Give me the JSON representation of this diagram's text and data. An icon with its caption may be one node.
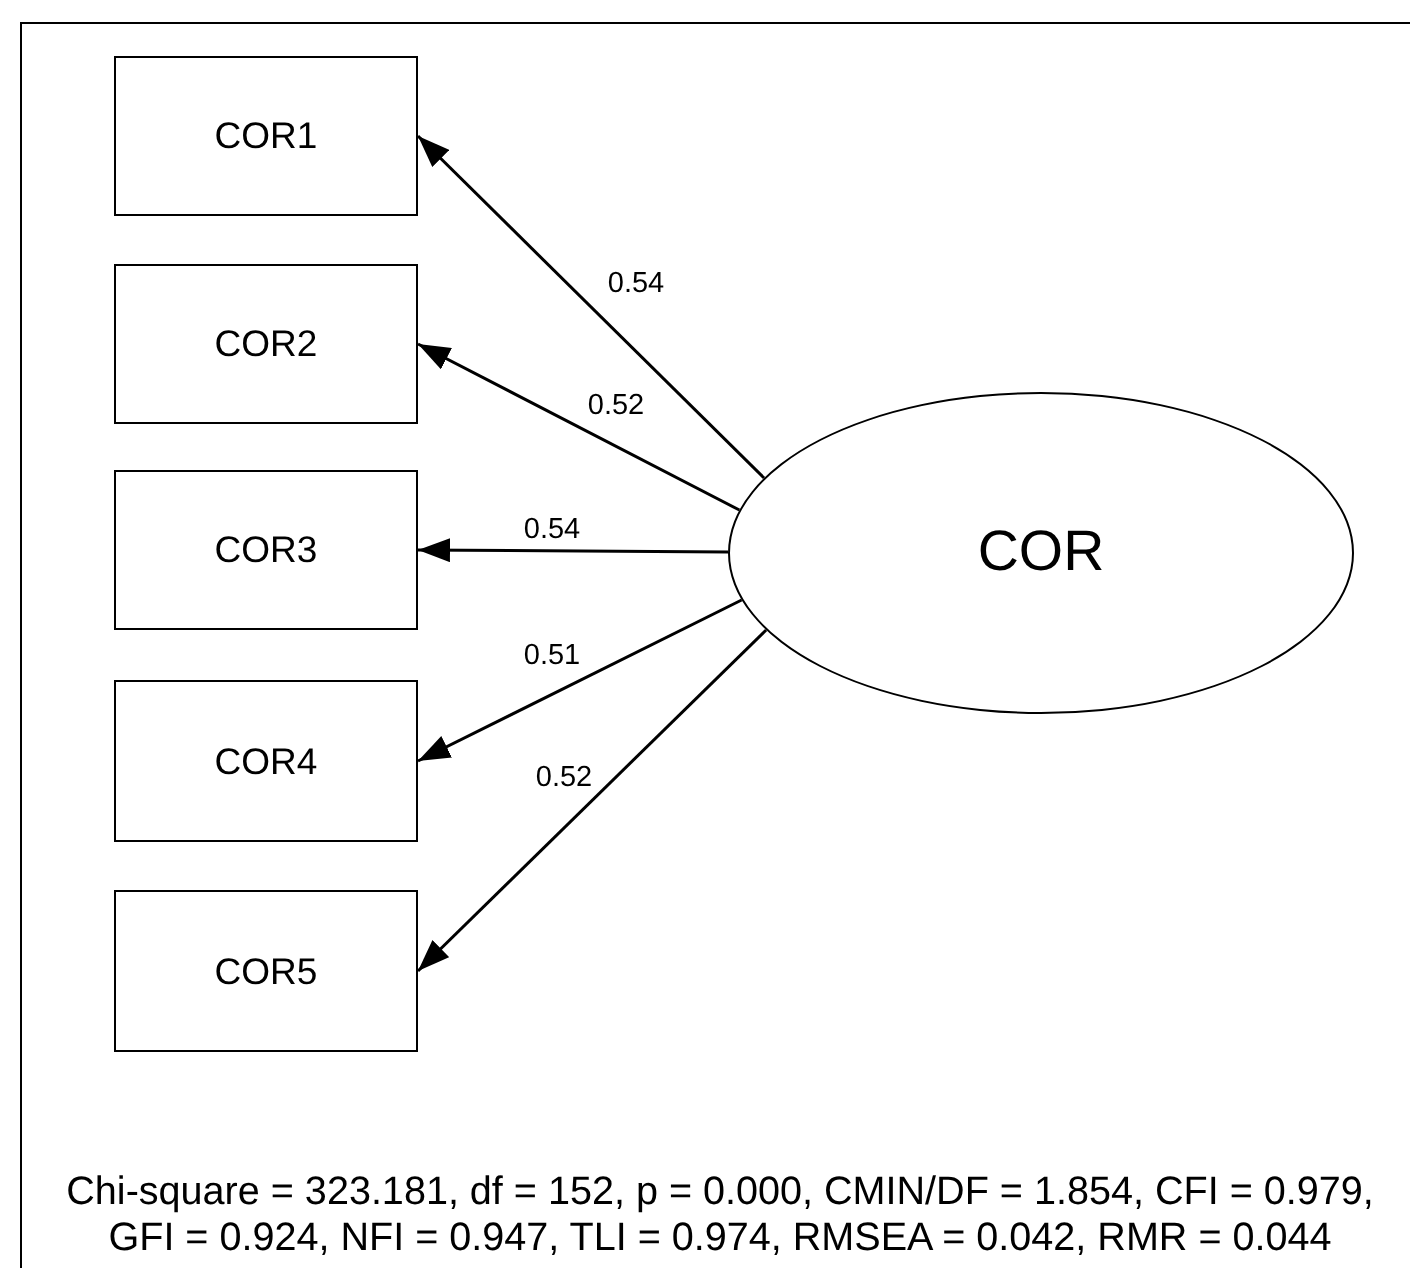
{
  "diagram": {
    "caption": "Chi-square = 323.181, df = 152, p = 0.000, CMIN/DF = 1.854, CFI = 0.979, GFI = 0.924, NFI = 0.947, TLI = 0.974, RMSEA = 0.042, RMR = 0.044",
    "nodes": [
      {
        "text": [
          "COR1"
        ]
      },
      {
        "text": [
          "COR2"
        ]
      },
      {
        "text": [
          "COR3"
        ]
      },
      {
        "text": [
          "COR4"
        ]
      },
      {
        "text": [
          "COR5"
        ]
      },
      {
        "text": [
          "COR"
        ]
      }
    ],
    "edges": [
      {
        "from": 5,
        "to": 0,
        "arrow": "to",
        "label": "0.54"
      },
      {
        "from": 5,
        "to": 1,
        "arrow": "to",
        "label": "0.52"
      },
      {
        "from": 5,
        "to": 2,
        "arrow": "to",
        "label": "0.54"
      },
      {
        "from": 5,
        "to": 3,
        "arrow": "to",
        "label": "0.51"
      },
      {
        "from": 5,
        "to": 4,
        "arrow": "to",
        "label": "0.52"
      }
    ]
  }
}
